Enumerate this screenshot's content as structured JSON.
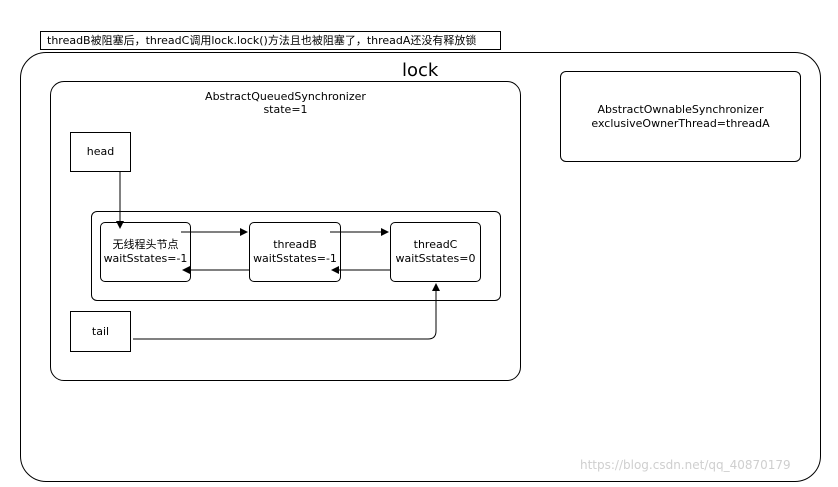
{
  "caption": "threadB被阻塞后，threadC调用lock.lock()方法且也被阻塞了，threadA还没有释放锁",
  "lock_title": "lock",
  "aqs": {
    "name": "AbstractQueuedSynchronizer",
    "state": "state=1"
  },
  "aos": {
    "name": "AbstractOwnableSynchronizer",
    "owner": "exclusiveOwnerThread=threadA"
  },
  "head_label": "head",
  "tail_label": "tail",
  "nodes": [
    {
      "name": "无线程头节点",
      "wait": "waitSstates=-1"
    },
    {
      "name": "threadB",
      "wait": "waitSstates=-1"
    },
    {
      "name": "threadC",
      "wait": "waitSstates=0"
    }
  ],
  "watermark": "https://blog.csdn.net/qq_40870179"
}
